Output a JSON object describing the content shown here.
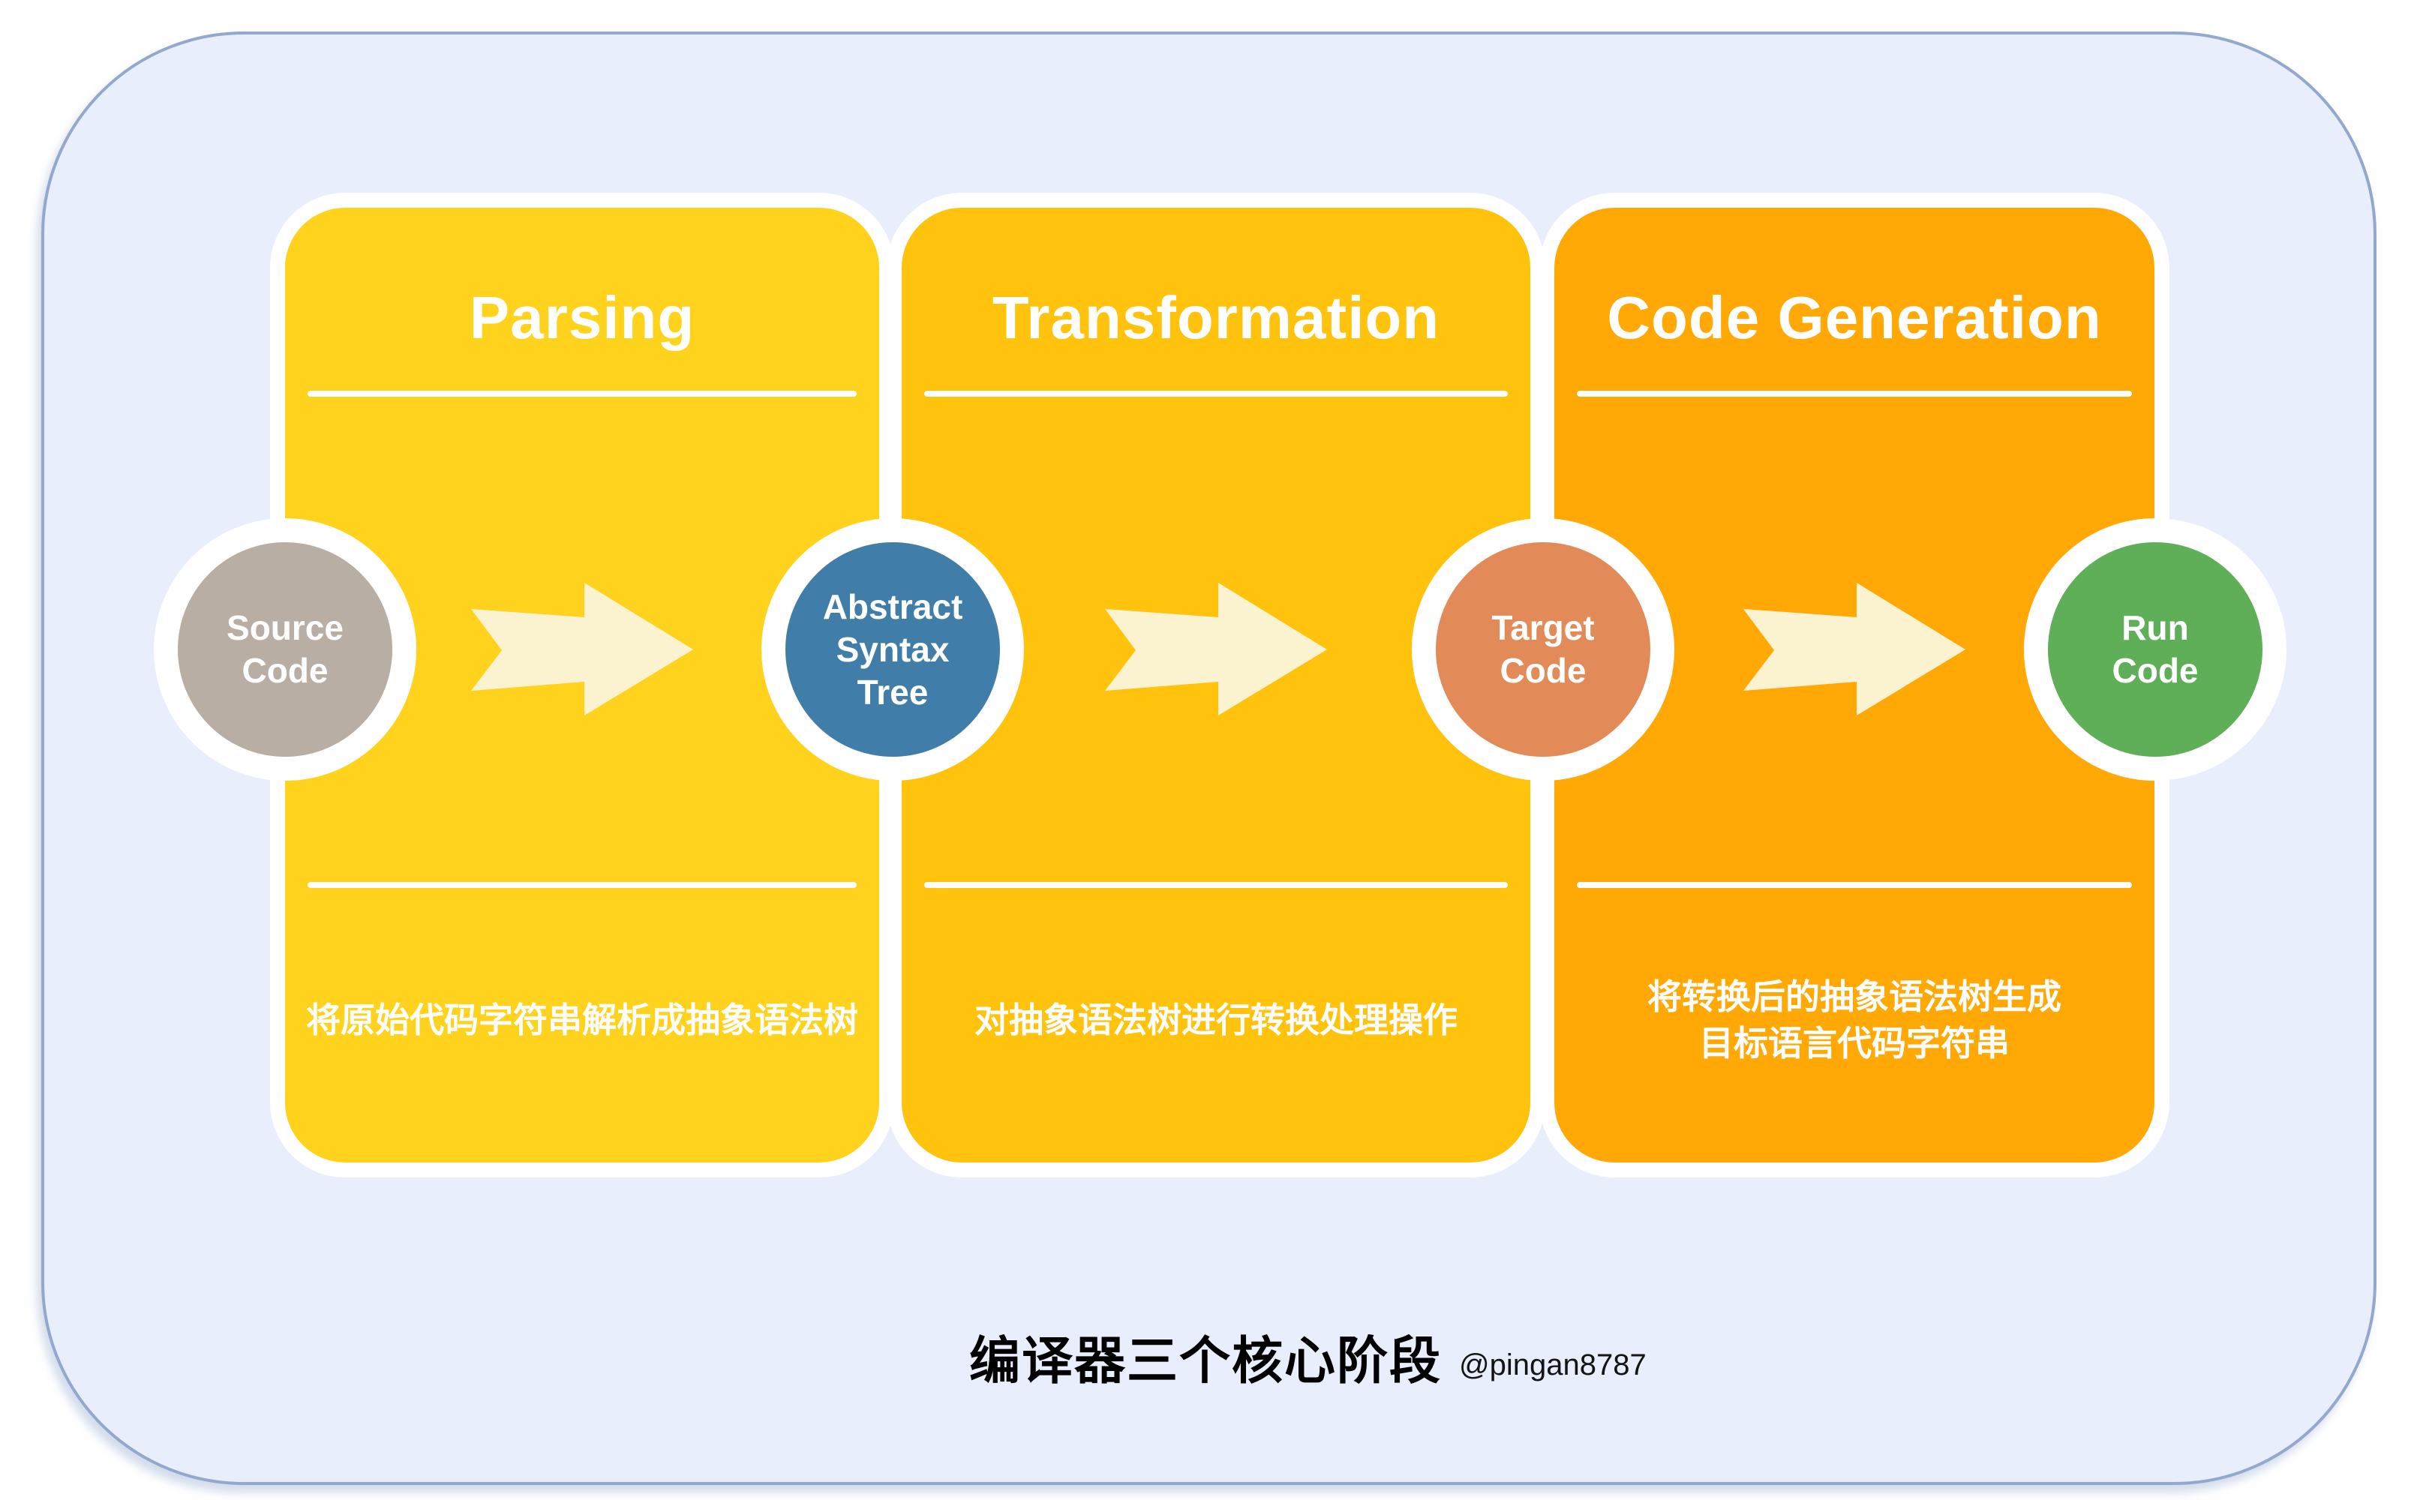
{
  "panel": {
    "fill": "#E8EEFB",
    "border_color": "#93A8CF"
  },
  "stages": [
    {
      "title": "Parsing",
      "description": "将原始代码字符串解析成抽象语法树",
      "card_color": "#FFD21E"
    },
    {
      "title": "Transformation",
      "description": "对抽象语法树进行转换处理操作",
      "card_color": "#FFC20D"
    },
    {
      "title": "Code Generation",
      "description": "将转换后的抽象语法树生成\n目标语言代码字符串",
      "card_color": "#FFA806"
    }
  ],
  "nodes": [
    {
      "label": "Source\nCode",
      "color": "#B8AEA3"
    },
    {
      "label": "Abstract\nSyntax\nTree",
      "color": "#407DA8"
    },
    {
      "label": "Target\nCode",
      "color": "#E38B58"
    },
    {
      "label": "Run\nCode",
      "color": "#5FAE58"
    }
  ],
  "arrow": {
    "color": "#FBF2D0"
  },
  "footer": {
    "title": "编译器三个核心阶段",
    "author": "@pingan8787"
  }
}
